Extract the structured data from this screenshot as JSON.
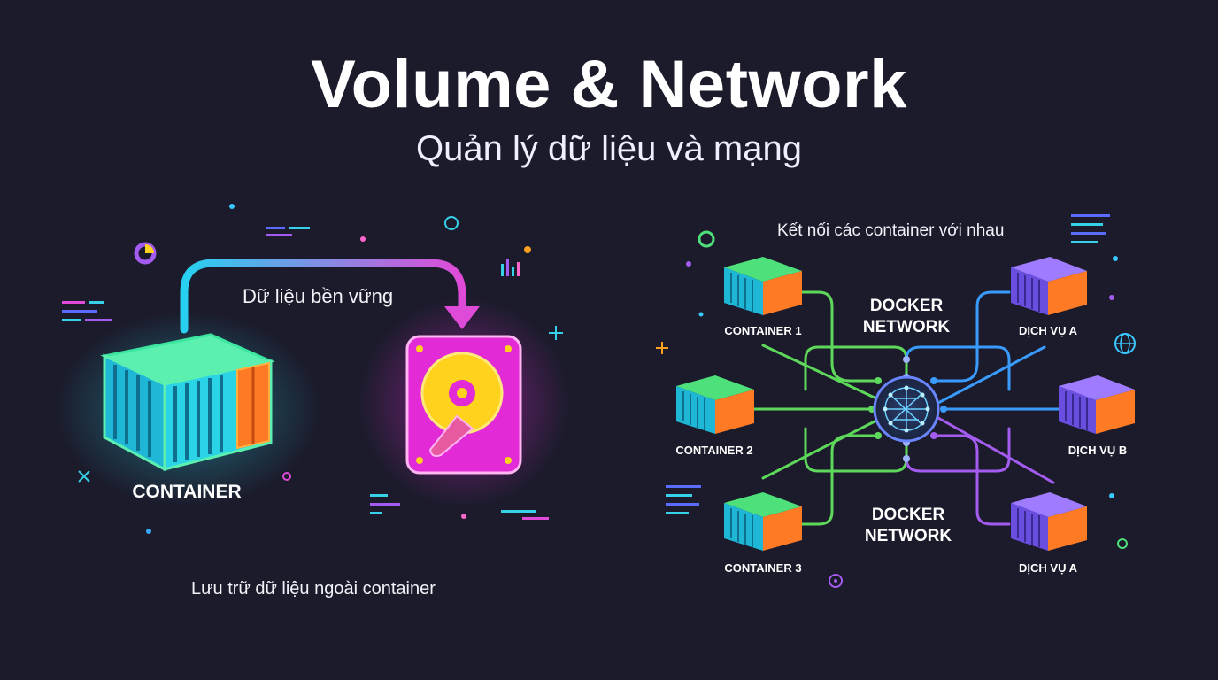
{
  "header": {
    "title": "Volume & Network",
    "subtitle": "Quản lý dữ liệu và mạng"
  },
  "volume": {
    "arrow_label": "Dữ liệu bền vững",
    "container_label": "CONTAINER",
    "footer_label": "Lưu trữ dữ liệu ngoài container"
  },
  "network": {
    "top_label": "Kết nối các container với nhau",
    "network_label_1": "DOCKER\nNETWORK",
    "network_label_2": "DOCKER\nNETWORK",
    "containers": [
      {
        "label": "CONTAINER 1"
      },
      {
        "label": "CONTAINER 2"
      },
      {
        "label": "CONTAINER 3"
      }
    ],
    "services": [
      {
        "label": "DỊCH VỤ A"
      },
      {
        "label": "DỊCH VỤ B"
      },
      {
        "label": "DỊCH VỤ A"
      }
    ]
  },
  "colors": {
    "background": "#1b1b2b",
    "container_cyan": "#2ad4e6",
    "container_green": "#4ee07a",
    "container_orange": "#ff7a24",
    "disk_magenta": "#e22bd6",
    "disk_yellow": "#ffd21e",
    "service_purple": "#7b5cf0",
    "link_green": "#5ed85a",
    "link_blue": "#3a9bff",
    "link_purple": "#a45cf0"
  },
  "icons": [
    "container-icon",
    "hard-disk-icon",
    "network-hub-icon",
    "globe-icon",
    "pie-chart-icon",
    "bar-chart-icon"
  ]
}
